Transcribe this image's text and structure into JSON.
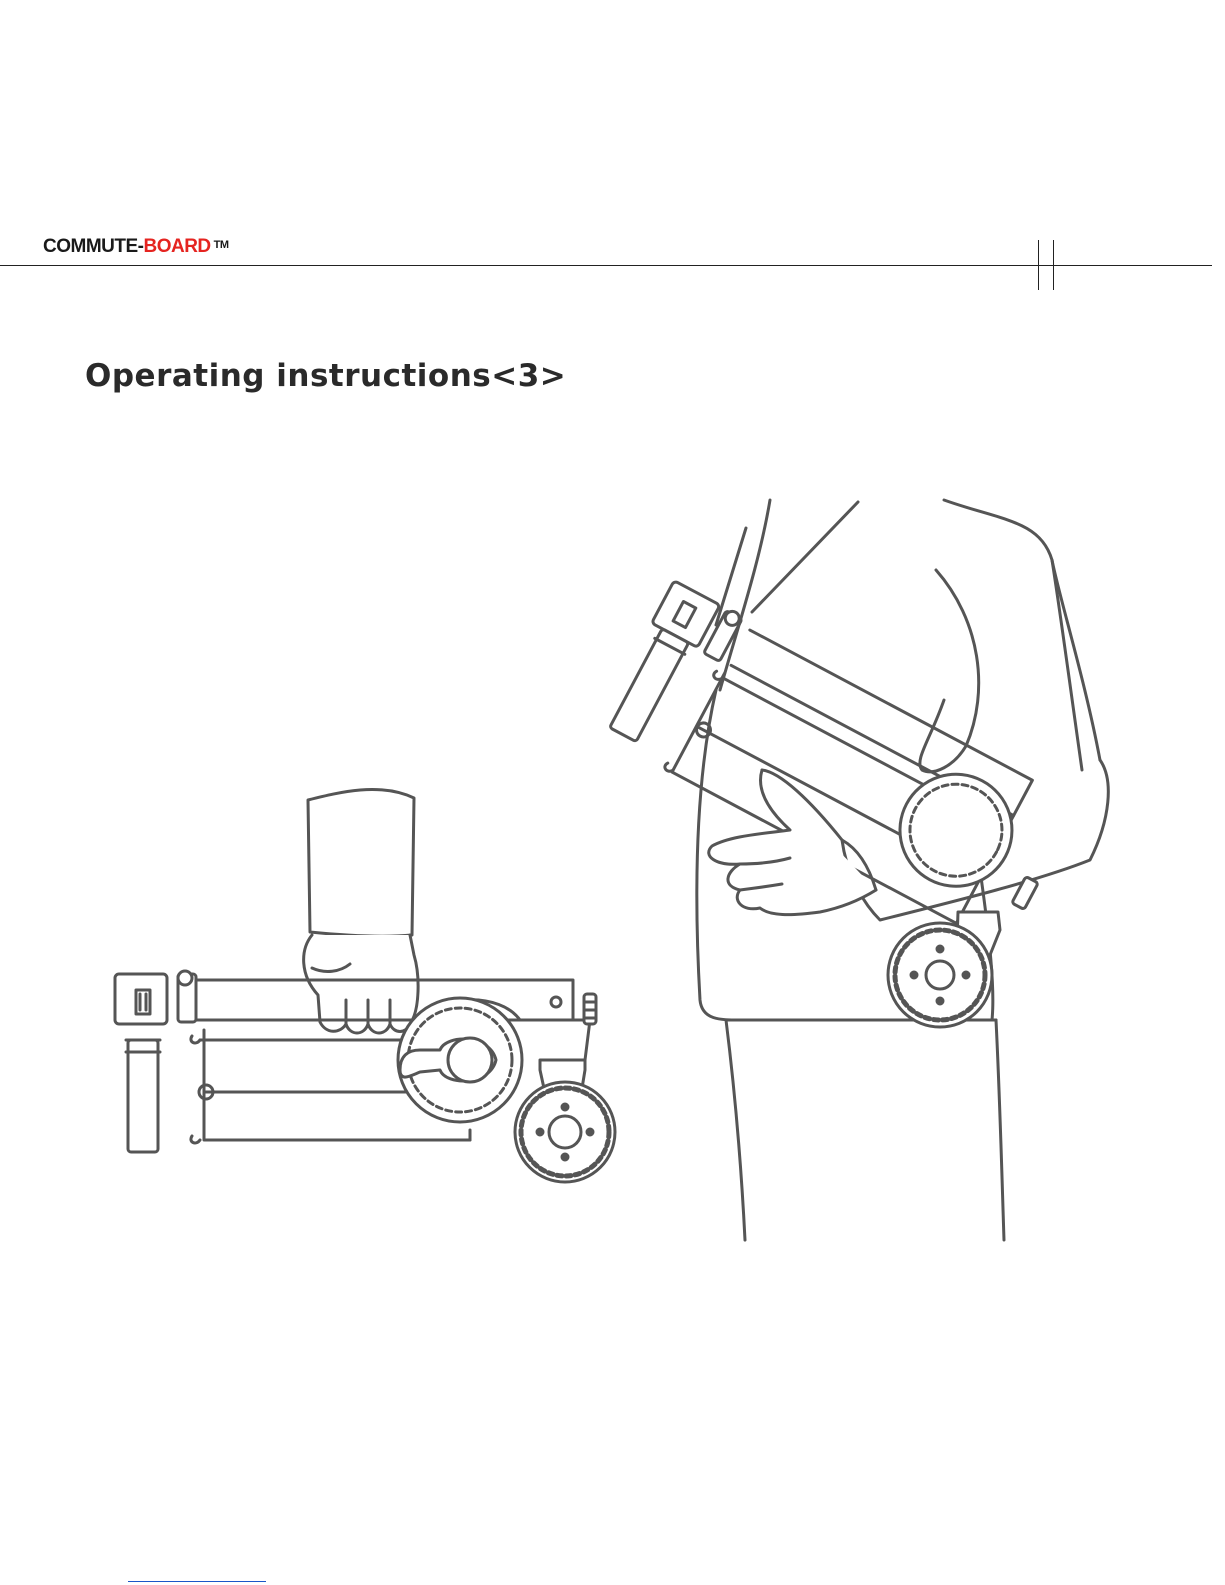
{
  "header": {
    "brand_part1": "COMMUTE-",
    "brand_part2": "BOARD",
    "trademark": "TM",
    "brand_color": "#e52420"
  },
  "page": {
    "title": "Operating instructions<3>"
  },
  "illustration": {
    "left_scene": "hand-carrying-folded-scooter",
    "right_scene": "person-carrying-folded-scooter-under-arm"
  }
}
